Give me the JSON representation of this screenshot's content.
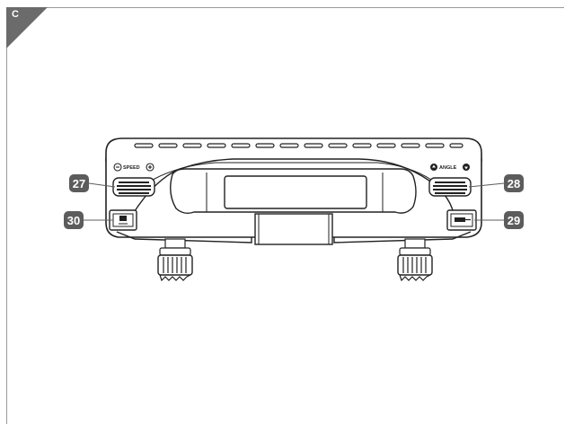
{
  "panel": {
    "letter": "C"
  },
  "callouts": [
    {
      "id": "speed-dial",
      "number": "27"
    },
    {
      "id": "angle-dial",
      "number": "28"
    },
    {
      "id": "right-port",
      "number": "29"
    },
    {
      "id": "left-port",
      "number": "30"
    }
  ],
  "device": {
    "speed_label": "SPEED",
    "angle_label": "ANGLE",
    "speed_minus_symbol": "−",
    "speed_plus_symbol": "+"
  }
}
